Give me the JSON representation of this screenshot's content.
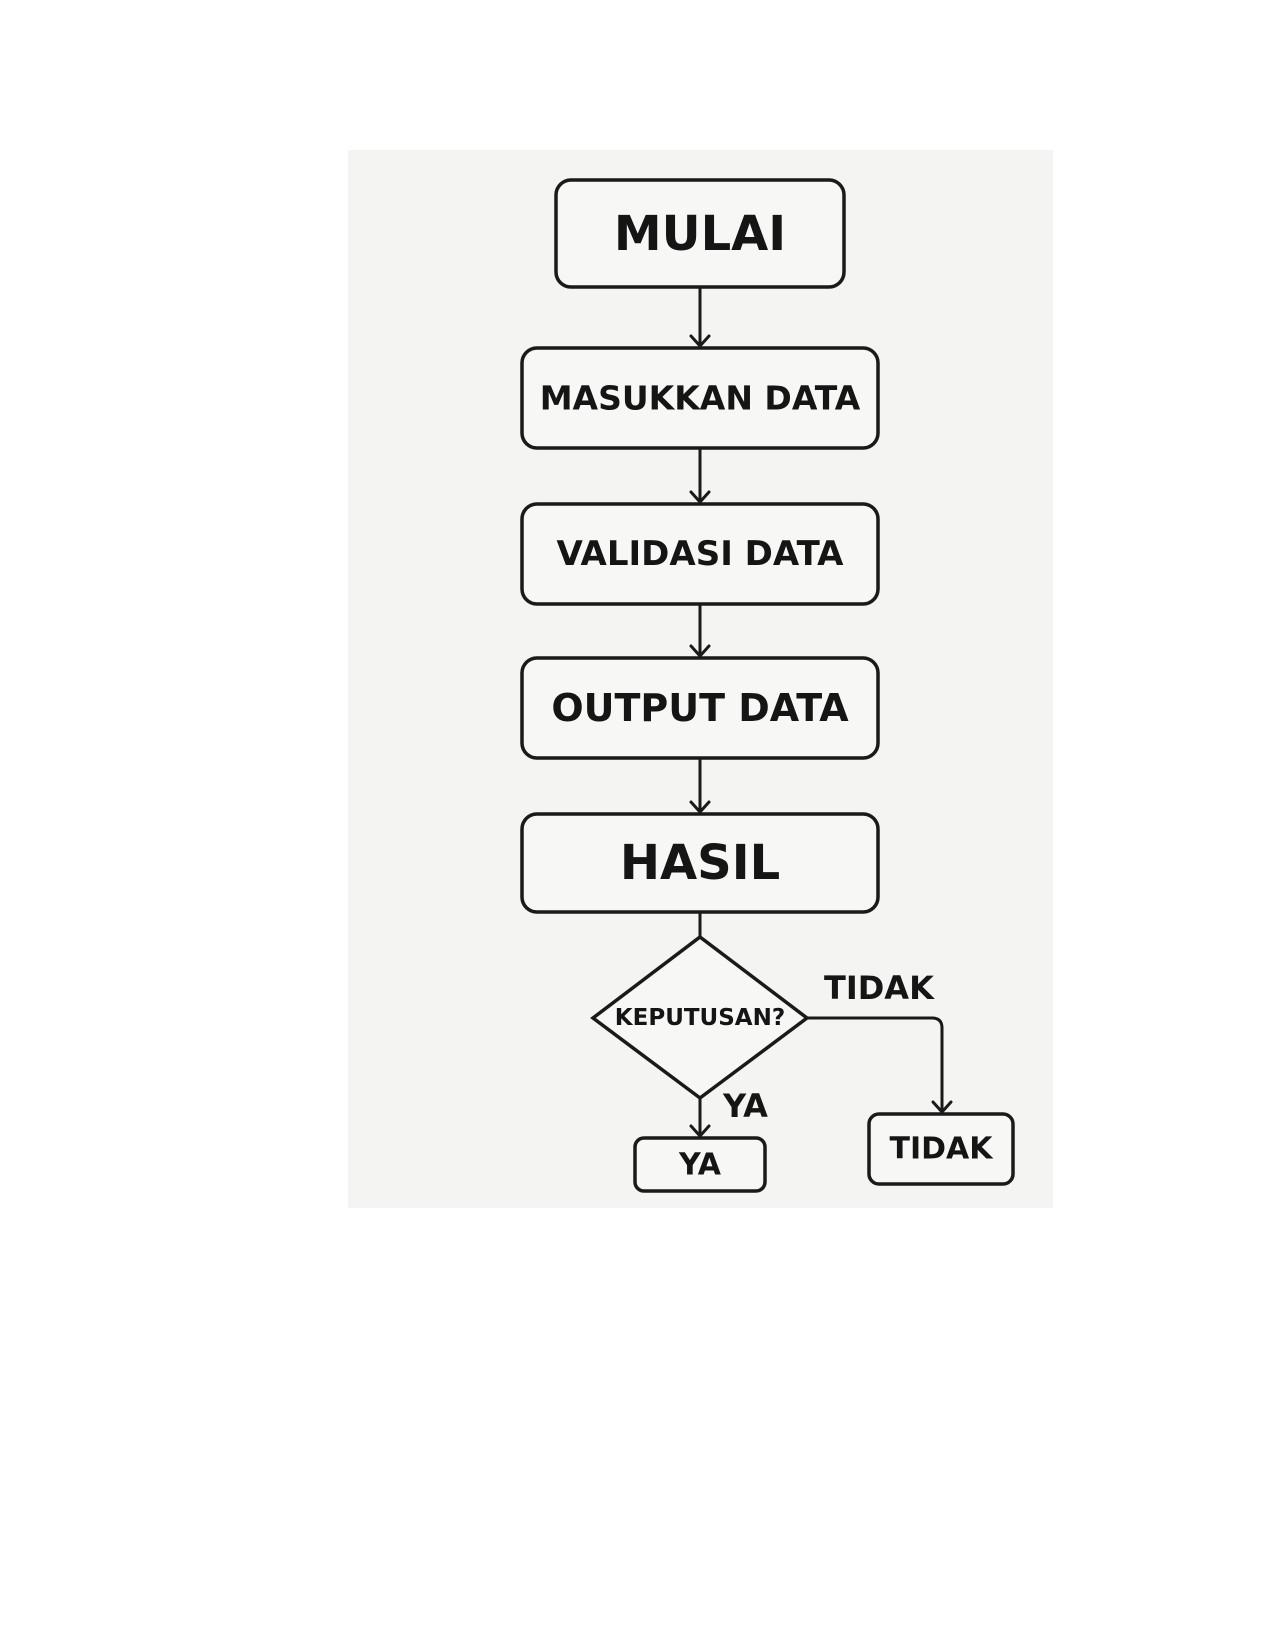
{
  "flowchart": {
    "nodes": [
      {
        "id": "mulai",
        "shape": "rounded-rect",
        "text": "MULAI"
      },
      {
        "id": "masukkan",
        "shape": "rounded-rect",
        "text": "MASUKKAN DATA"
      },
      {
        "id": "validasi",
        "shape": "rounded-rect",
        "text": "VALIDASI DATA"
      },
      {
        "id": "output",
        "shape": "rounded-rect",
        "text": "OUTPUT DATA"
      },
      {
        "id": "hasil",
        "shape": "rounded-rect",
        "text": "HASIL"
      },
      {
        "id": "keputusan",
        "shape": "diamond",
        "text": "KEPUTUSAN?"
      },
      {
        "id": "ya",
        "shape": "rounded-rect",
        "text": "YA"
      },
      {
        "id": "tidak",
        "shape": "rounded-rect",
        "text": "TIDAK"
      }
    ],
    "edges": [
      {
        "from": "mulai",
        "to": "masukkan",
        "label": ""
      },
      {
        "from": "masukkan",
        "to": "validasi",
        "label": ""
      },
      {
        "from": "validasi",
        "to": "output",
        "label": ""
      },
      {
        "from": "output",
        "to": "hasil",
        "label": ""
      },
      {
        "from": "hasil",
        "to": "keputusan",
        "label": ""
      },
      {
        "from": "keputusan",
        "to": "ya",
        "label": "YA"
      },
      {
        "from": "keputusan",
        "to": "tidak",
        "label": "TIDAK"
      }
    ]
  }
}
